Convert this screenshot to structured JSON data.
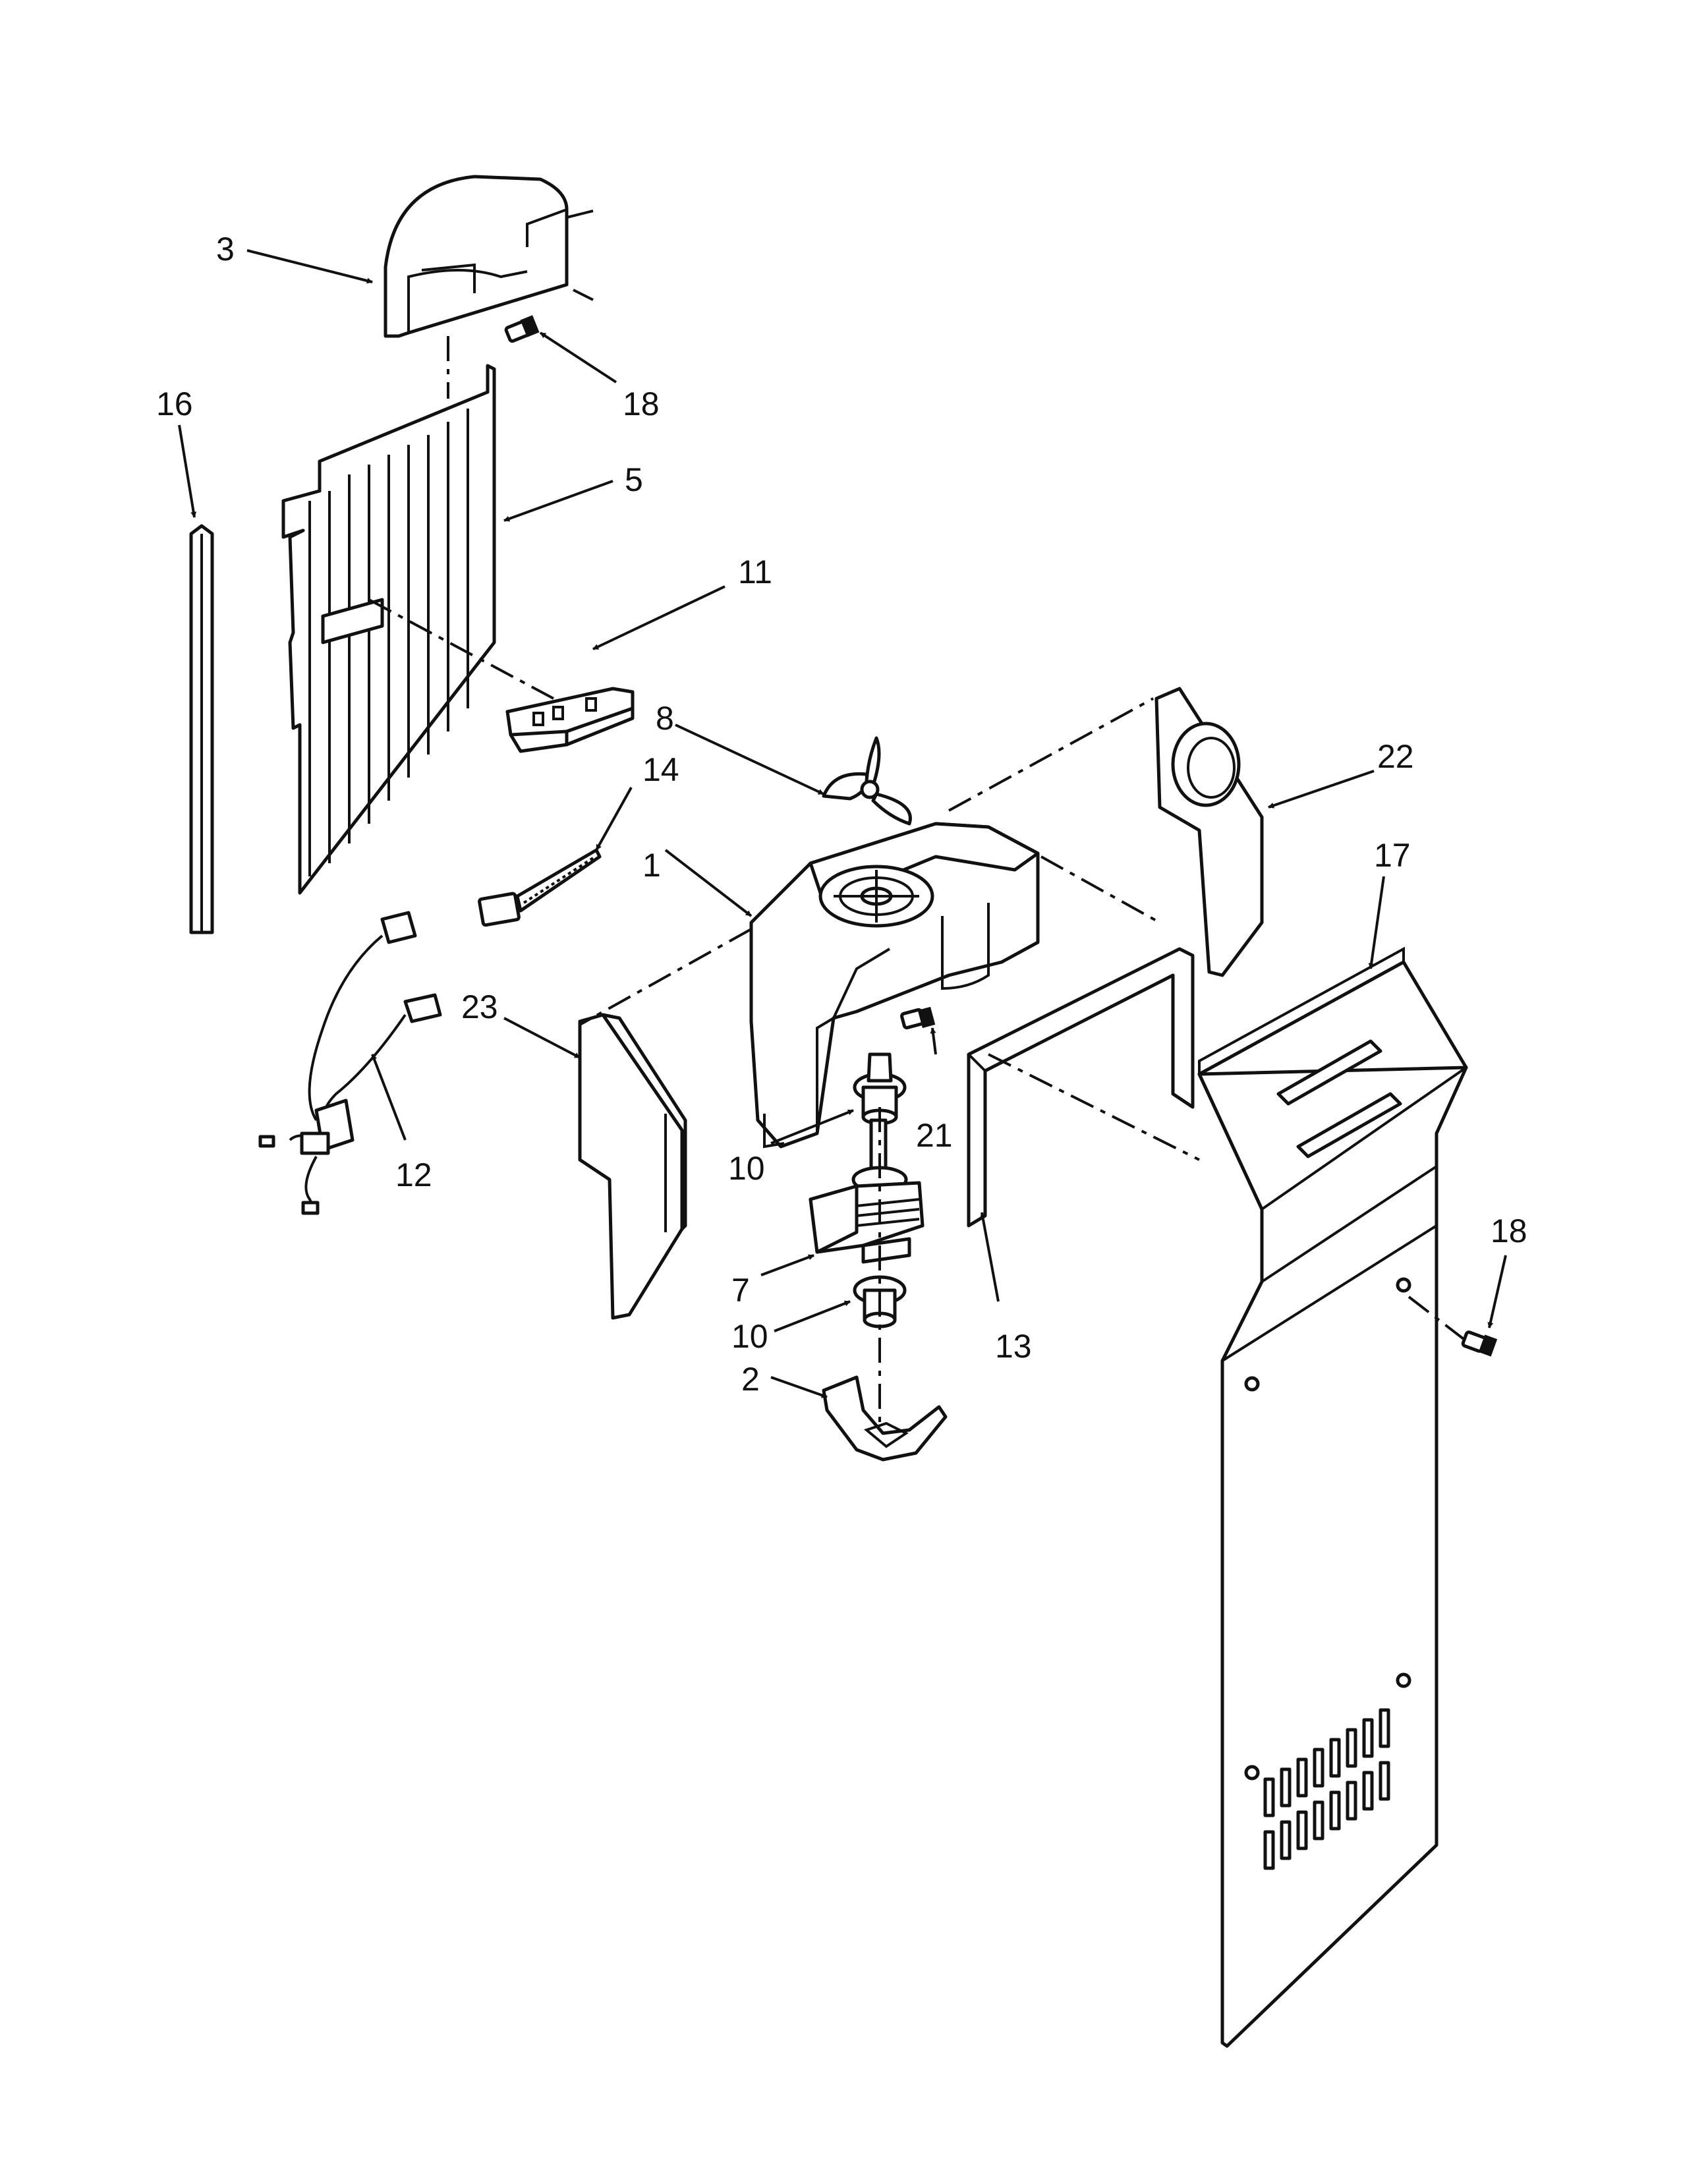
{
  "diagram": {
    "callouts": {
      "c1": "1",
      "c2": "2",
      "c3": "3",
      "c5": "5",
      "c7": "7",
      "c8": "8",
      "c10a": "10",
      "c10b": "10",
      "c11": "11",
      "c12": "12",
      "c13": "13",
      "c14": "14",
      "c16": "16",
      "c17": "17",
      "c18a": "18",
      "c18b": "18",
      "c21": "21",
      "c22": "22",
      "c23": "23"
    }
  }
}
